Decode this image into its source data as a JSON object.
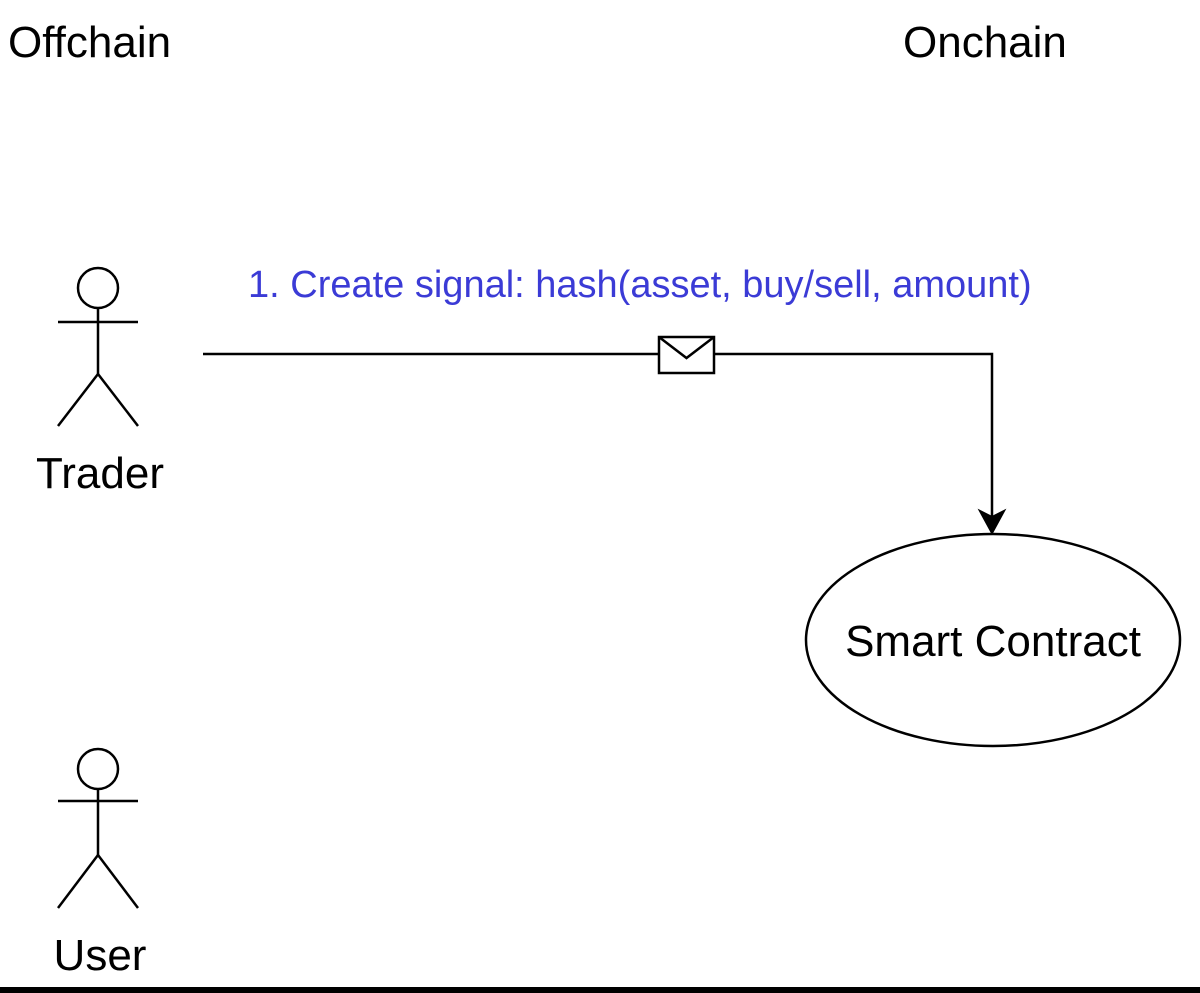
{
  "zones": {
    "offchain_label": "Offchain",
    "onchain_label": "Onchain"
  },
  "actors": {
    "trader_label": "Trader",
    "user_label": "User"
  },
  "edges": {
    "create_signal_label": "1. Create signal: hash(asset, buy/sell, amount)"
  },
  "nodes": {
    "smart_contract_label": "Smart Contract"
  },
  "colors": {
    "edge_label": "#3b3bd6",
    "stroke": "#000000",
    "background": "#ffffff"
  },
  "icons": {
    "message": "envelope-icon",
    "actor": "stick-figure-icon"
  }
}
